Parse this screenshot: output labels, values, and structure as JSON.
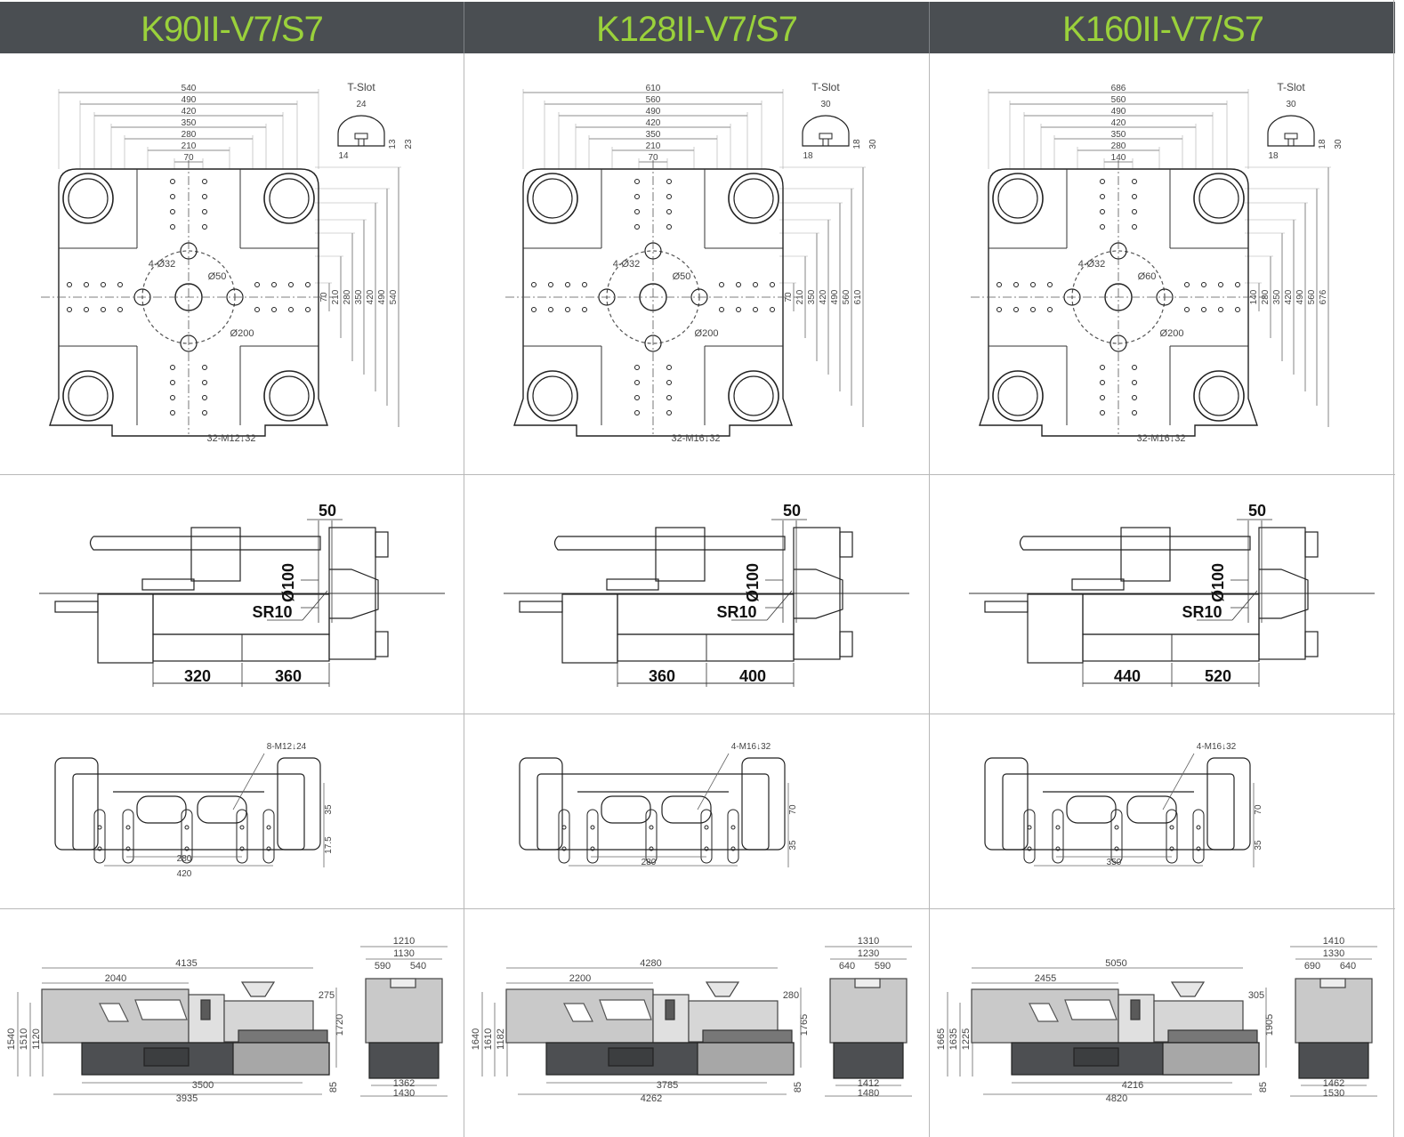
{
  "models": [
    {
      "name": "K90II-V7/S7",
      "platen": {
        "top_dims": [
          "540",
          "490",
          "420",
          "350",
          "280",
          "210",
          "70"
        ],
        "right_dims": [
          "70",
          "210",
          "280",
          "350",
          "420",
          "490",
          "540"
        ],
        "tslot_title": "T-Slot",
        "tslot_dims": [
          "24",
          "14",
          "13",
          "23"
        ],
        "bolt_circle": "4-Ø32",
        "bore": "Ø50",
        "ring": "Ø200",
        "threads": "32-M12↓32"
      },
      "nozzle": {
        "stroke": "50",
        "sphere": "Ø100",
        "radius": "SR10",
        "dim_a": "320",
        "dim_b": "360"
      },
      "ejector": {
        "threads": "8-M12↓24",
        "dims": [
          "35",
          "17.5",
          "280",
          "420"
        ]
      },
      "overall": {
        "length": "4135",
        "section": "2040",
        "hopper": "275",
        "height": "1720",
        "left_heights": [
          "1540",
          "1510",
          "1120"
        ],
        "base_a": "3500",
        "base_b": "3935",
        "foot": "85",
        "side_width": "1210",
        "side_inner": "1130",
        "side_a": "590",
        "side_b": "540",
        "side_base_a": "1362",
        "side_base_b": "1430"
      }
    },
    {
      "name": "K128II-V7/S7",
      "platen": {
        "top_dims": [
          "610",
          "560",
          "490",
          "420",
          "350",
          "210",
          "70"
        ],
        "right_dims": [
          "70",
          "210",
          "350",
          "420",
          "490",
          "560",
          "610"
        ],
        "tslot_title": "T-Slot",
        "tslot_dims": [
          "30",
          "18",
          "18",
          "30"
        ],
        "bolt_circle": "4-Ø32",
        "bore": "Ø50",
        "ring": "Ø200",
        "threads": "32-M16↓32"
      },
      "nozzle": {
        "stroke": "50",
        "sphere": "Ø100",
        "radius": "SR10",
        "dim_a": "360",
        "dim_b": "400"
      },
      "ejector": {
        "threads": "4-M16↓32",
        "dims": [
          "70",
          "35",
          "280"
        ]
      },
      "overall": {
        "length": "4280",
        "section": "2200",
        "hopper": "280",
        "height": "1765",
        "left_heights": [
          "1640",
          "1610",
          "1182"
        ],
        "base_a": "3785",
        "base_b": "4262",
        "foot": "85",
        "side_width": "1310",
        "side_inner": "1230",
        "side_a": "640",
        "side_b": "590",
        "side_base_a": "1412",
        "side_base_b": "1480"
      }
    },
    {
      "name": "K160II-V7/S7",
      "platen": {
        "top_dims": [
          "686",
          "560",
          "490",
          "420",
          "350",
          "280",
          "140"
        ],
        "right_dims": [
          "140",
          "280",
          "350",
          "420",
          "490",
          "560",
          "676"
        ],
        "tslot_title": "T-Slot",
        "tslot_dims": [
          "30",
          "18",
          "18",
          "30"
        ],
        "bolt_circle": "4-Ø32",
        "bore": "Ø60",
        "ring": "Ø200",
        "threads": "32-M16↓32"
      },
      "nozzle": {
        "stroke": "50",
        "sphere": "Ø100",
        "radius": "SR10",
        "dim_a": "440",
        "dim_b": "520"
      },
      "ejector": {
        "threads": "4-M16↓32",
        "dims": [
          "70",
          "35",
          "350"
        ]
      },
      "overall": {
        "length": "5050",
        "section": "2455",
        "hopper": "305",
        "height": "1905",
        "left_heights": [
          "1665",
          "1635",
          "1225"
        ],
        "base_a": "4216",
        "base_b": "4820",
        "foot": "85",
        "side_width": "1410",
        "side_inner": "1330",
        "side_a": "690",
        "side_b": "640",
        "side_base_a": "1462",
        "side_base_b": "1530"
      }
    }
  ]
}
